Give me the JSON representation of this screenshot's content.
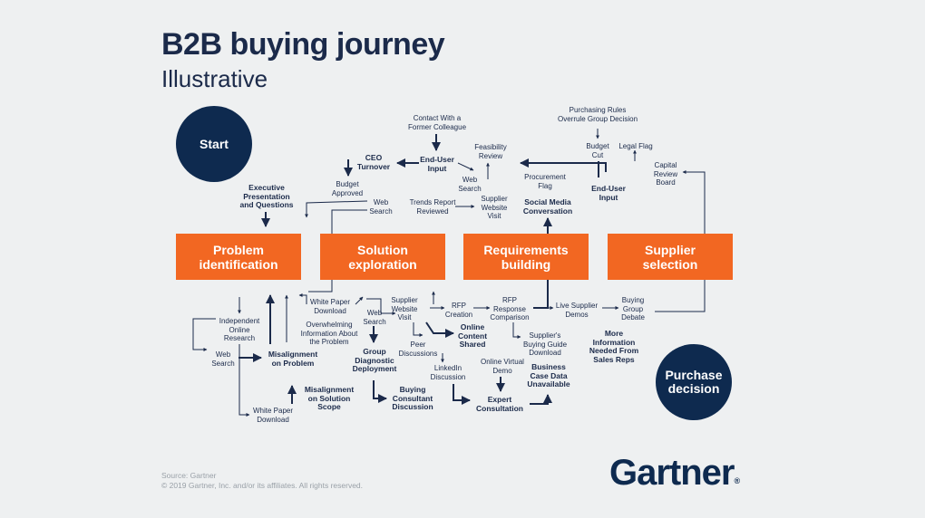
{
  "title": "B2B buying journey",
  "subtitle": "Illustrative",
  "start": "Start",
  "end": "Purchase\ndecision",
  "stages": [
    "Problem\nidentification",
    "Solution\nexploration",
    "Requirements\nbuilding",
    "Supplier\nselection"
  ],
  "labels": {
    "contact": "Contact With a\nFormer Colleague",
    "enduser1": "End-User\nInput",
    "ceo": "CEO\nTurnover",
    "feasibility": "Feasibility\nReview",
    "websearch_top": "Web\nSearch",
    "budget_approved": "Budget\nApproved",
    "exec": "Executive\nPresentation\nand Questions",
    "websearch_left": "Web\nSearch",
    "trends": "Trends Report\nReviewed",
    "supplier_site_top": "Supplier\nWebsite\nVisit",
    "purchasing_rules": "Purchasing Rules\nOverrule Group Decision",
    "budget_cut": "Budget\nCut",
    "legal": "Legal Flag",
    "capital": "Capital\nReview\nBoard",
    "procurement": "Procurement\nFlag",
    "enduser2": "End-User\nInput",
    "social": "Social Media\nConversation",
    "independent": "Independent\nOnline\nResearch",
    "websearch_bl": "Web\nSearch",
    "white_paper_bl": "White Paper\nDownload",
    "misalign_problem": "Misalignment\non Problem",
    "overwhelming": "Overwhelming\nInformation About\nthe Problem",
    "white_paper_mid": "White Paper\nDownload",
    "websearch_mid": "Web\nSearch",
    "misalign_solution": "Misalignment\non Solution\nScope",
    "group_diag": "Group\nDiagnostic\nDeployment",
    "buying_consult": "Buying\nConsultant\nDiscussion",
    "supplier_site_mid": "Supplier\nWebsite\nVisit",
    "peer": "Peer\nDiscussions",
    "linkedin": "LinkedIn\nDiscussion",
    "rfp_creation": "RFP\nCreation",
    "online_content": "Online\nContent\nShared",
    "rfp_response": "RFP\nResponse\nComparison",
    "buying_guide": "Supplier's\nBuying Guide\nDownload",
    "virtual_demo": "Online Virtual\nDemo",
    "expert": "Expert\nConsultation",
    "business_case": "Business\nCase Data\nUnavailable",
    "live_demos": "Live Supplier\nDemos",
    "buying_group": "Buying\nGroup\nDebate",
    "more_info": "More\nInformation\nNeeded From\nSales Reps"
  },
  "footer": {
    "source": "Source: Gartner",
    "copyright": "© 2019 Gartner, Inc. and/or its affiliates. All rights reserved."
  },
  "logo": "Gartner",
  "colors": {
    "navy": "#0e2a4f",
    "orange": "#f26722",
    "background": "#eef0f1"
  }
}
